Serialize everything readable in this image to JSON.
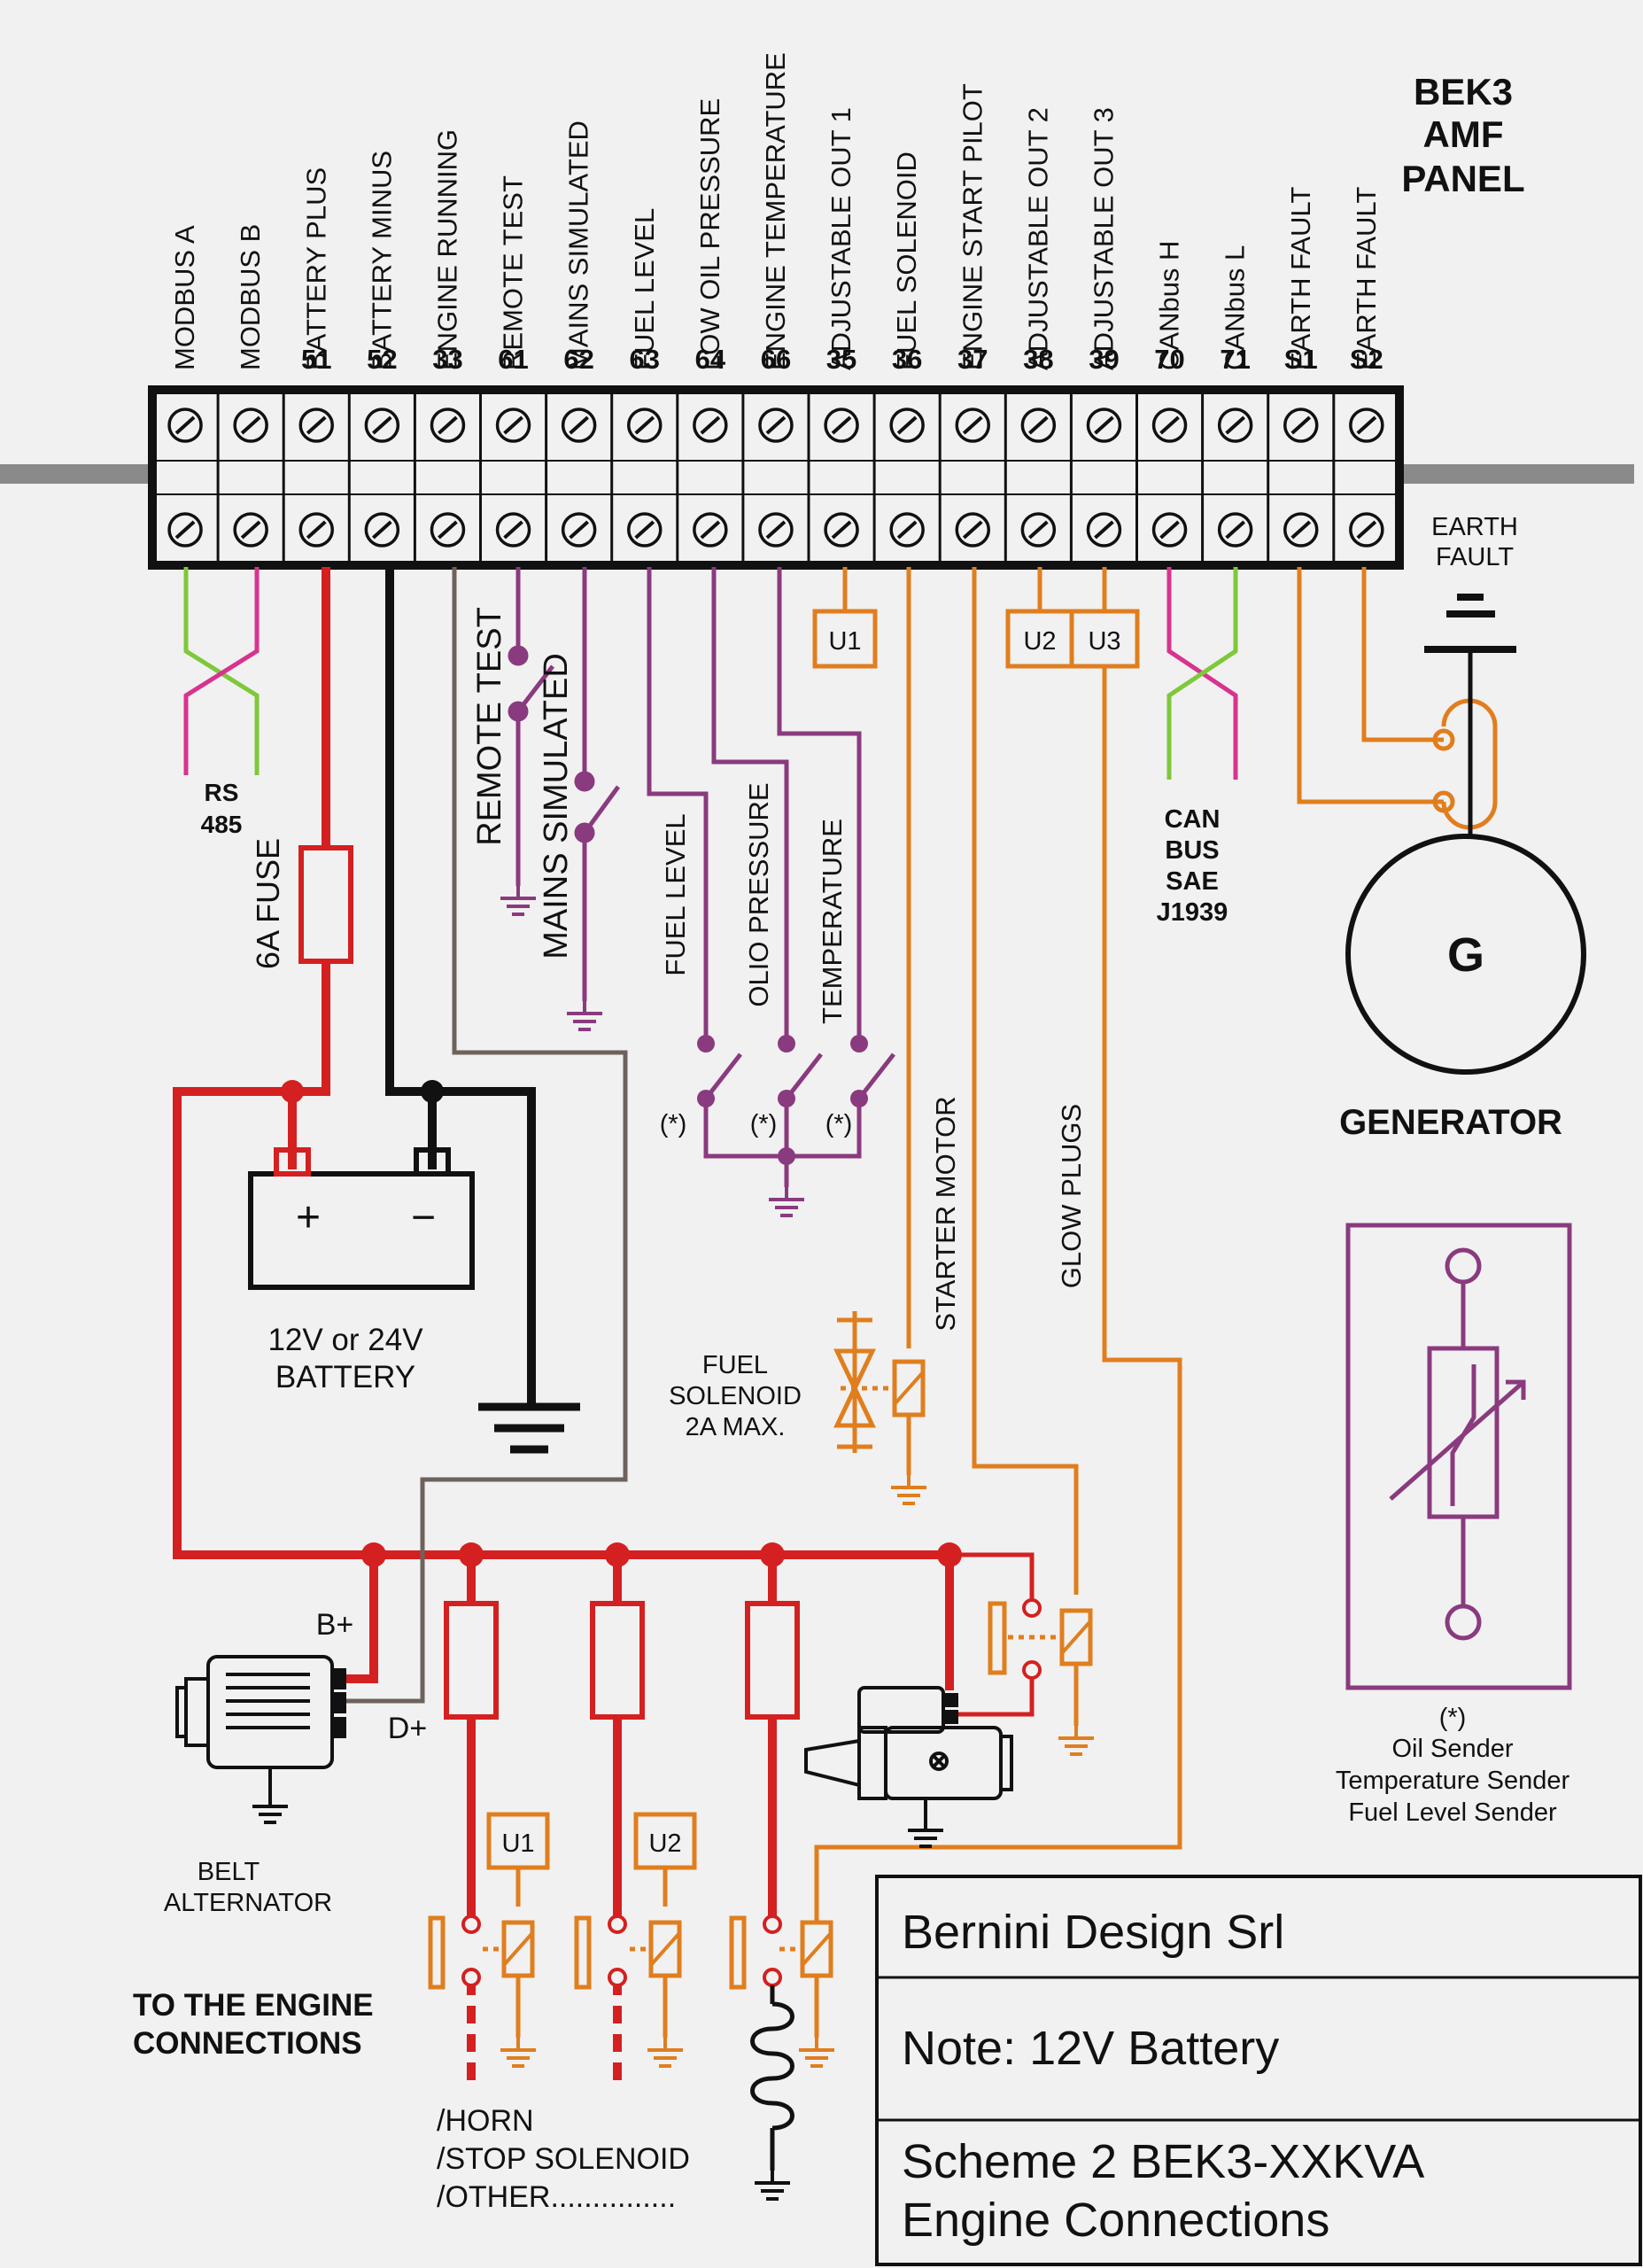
{
  "panel_title": [
    "BEK3",
    "AMF",
    "PANEL"
  ],
  "terminals": [
    {
      "number": "",
      "label": "MODBUS A"
    },
    {
      "number": "",
      "label": "MODBUS B"
    },
    {
      "number": "51",
      "label": "BATTERY PLUS"
    },
    {
      "number": "52",
      "label": "BATTERY MINUS"
    },
    {
      "number": "33",
      "label": "ENGINE RUNNING"
    },
    {
      "number": "61",
      "label": "REMOTE TEST"
    },
    {
      "number": "62",
      "label": "MAINS SIMULATED"
    },
    {
      "number": "63",
      "label": "FUEL LEVEL"
    },
    {
      "number": "64",
      "label": "LOW OIL PRESSURE"
    },
    {
      "number": "66",
      "label": "ENGINE TEMPERATURE"
    },
    {
      "number": "35",
      "label": "ADJUSTABLE OUT 1"
    },
    {
      "number": "36",
      "label": "FUEL SOLENOID"
    },
    {
      "number": "37",
      "label": "ENGINE START PILOT"
    },
    {
      "number": "38",
      "label": "ADJUSTABLE OUT 2"
    },
    {
      "number": "39",
      "label": "ADJUSTABLE OUT 3"
    },
    {
      "number": "70",
      "label": "CANbus H"
    },
    {
      "number": "71",
      "label": "CANbus L"
    },
    {
      "number": "S1",
      "label": "EARTH FAULT"
    },
    {
      "number": "S2",
      "label": "EARTH FAULT"
    }
  ],
  "labels": {
    "earth_fault": [
      "EARTH",
      "FAULT"
    ],
    "rs485": [
      "RS",
      "485"
    ],
    "can_bus": [
      "CAN",
      "BUS",
      "SAE",
      "J1939"
    ],
    "generator_symbol": "G",
    "generator": "GENERATOR",
    "fuse": "6A FUSE",
    "remote_test": "REMOTE TEST",
    "mains_simulated": "MAINS SIMULATED",
    "fuel_level": "FUEL LEVEL",
    "oil_pressure": "OLIO PRESSURE",
    "temperature": "TEMPERATURE",
    "sender_mark": "(*)",
    "starter_motor": "STARTER MOTOR",
    "glow_plugs": "GLOW PLUGS",
    "u1": "U1",
    "u2": "U2",
    "u3": "U3",
    "battery_plus": "+",
    "battery_minus": "−",
    "battery": [
      "12V or 24V",
      "BATTERY"
    ],
    "fuel_solenoid": [
      "FUEL",
      "SOLENOID",
      "2A MAX."
    ],
    "b_plus": "B+",
    "d_plus": "D+",
    "alternator": [
      "BELT",
      "ALTERNATOR"
    ],
    "engine_connections": [
      "TO THE ENGINE",
      "CONNECTIONS"
    ],
    "outputs": [
      "/HORN",
      "/STOP SOLENOID",
      "/OTHER..............."
    ],
    "sender_legend": [
      "(*)",
      "Oil Sender",
      "Temperature Sender",
      "Fuel Level Sender"
    ]
  },
  "title_block": {
    "company": "Bernini Design Srl",
    "note": "Note: 12V Battery",
    "scheme": [
      "Scheme 2  BEK3-XXKVA",
      "Engine Connections"
    ]
  },
  "colors": {
    "red": "#d42020",
    "black": "#111111",
    "purple": "#8a3a7e",
    "orange": "#e07e1e",
    "green": "#7ec83a",
    "magenta": "#d8338e",
    "brown": "#6e625c",
    "gray": "#8a8a8a"
  }
}
